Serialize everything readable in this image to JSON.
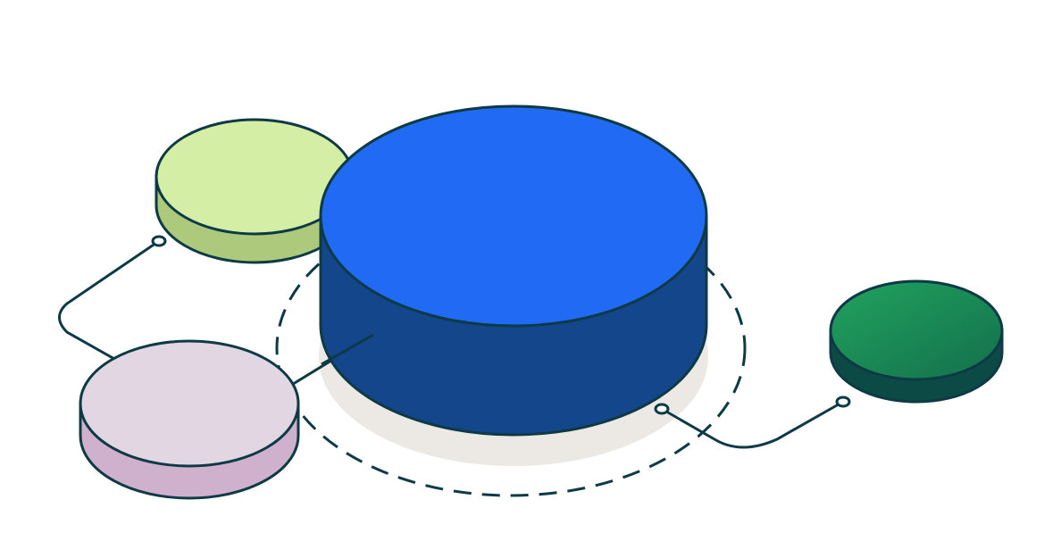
{
  "illustration": {
    "colors": {
      "background": "#ffffff",
      "outline": "#0d3a45",
      "shadow": "#ece9e4",
      "blue_top": "#216af4",
      "blue_side": "#14468c",
      "lime_top": "#d4eea5",
      "lime_side": "#adc97b",
      "lilac_top": "#e3d6e3",
      "lilac_side": "#cfb0cd",
      "green_top_light": "#21a35f",
      "green_top_dark": "#136f4b",
      "green_side": "#0c4a45"
    },
    "icons": [
      "large-blue-cylinder",
      "lime-disc",
      "lilac-disc",
      "green-disc",
      "dashed-ring",
      "connector-lines"
    ]
  }
}
